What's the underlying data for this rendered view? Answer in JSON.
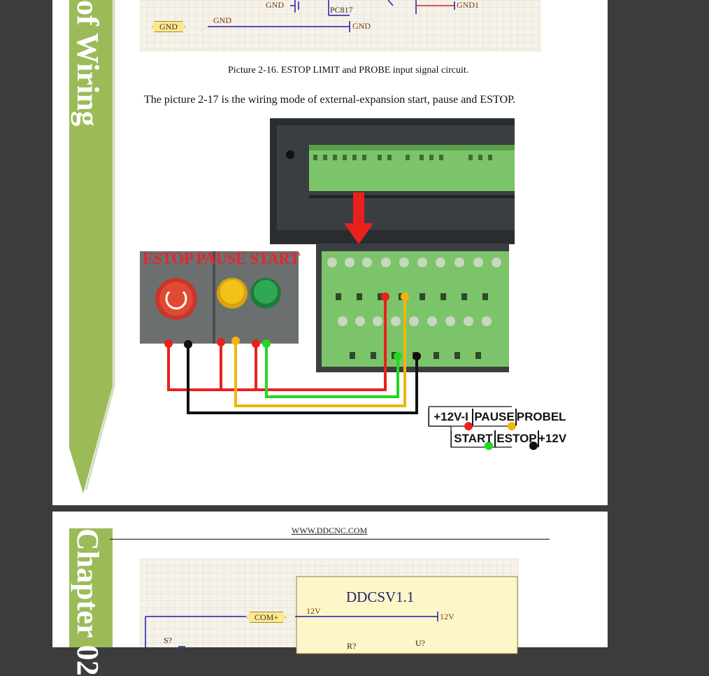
{
  "page1": {
    "side_text": "of Wiring",
    "schematic_top": {
      "gnd_tag": "GND",
      "gnd_label": "GND",
      "gnd_right": "GND",
      "gnd_top": "GND",
      "pc817": "PC817",
      "gnd1": "GND1"
    },
    "caption": "Picture 2-16.  ESTOP LIMIT and PROBE input signal circuit.",
    "paragraph": "The picture 2-17 is the wiring mode of external-expansion start, pause and ESTOP.",
    "photo_label": "ESTOP PAUSE START",
    "terminal_row1": [
      "+12V-I",
      "PAUSE",
      "PROBE",
      "L"
    ],
    "terminal_row2": [
      "START",
      "ESTOP",
      "+12V"
    ]
  },
  "page2": {
    "side_text": "Chapter 02",
    "header_link": "WWW.DDCNC.COM",
    "schematic": {
      "title": "DDCSV1.1",
      "com_tag": "COM+",
      "v12_left": "12V",
      "v12_right": "12V",
      "s_label": "S?",
      "r_label": "R?",
      "u_label": "U?"
    }
  },
  "colors": {
    "band_green": "#9bbb59",
    "wire_red": "#e8211d",
    "wire_yellow": "#f2b40b",
    "wire_green": "#22d822",
    "wire_black": "#111111"
  }
}
